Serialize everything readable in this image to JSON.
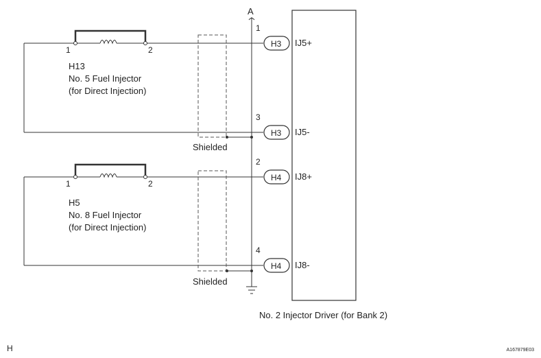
{
  "ground_bus_label": "A",
  "injectors": [
    {
      "code": "H13",
      "name": "No. 5 Fuel Injector",
      "note": "(for Direct Injection)",
      "pin_left": "1",
      "pin_right": "2"
    },
    {
      "code": "H5",
      "name": "No. 8 Fuel Injector",
      "note": "(for Direct Injection)",
      "pin_left": "1",
      "pin_right": "2"
    }
  ],
  "shield_label": "Shielded",
  "driver_pins": [
    {
      "number": "1",
      "connector": "H3",
      "terminal": "IJ5+"
    },
    {
      "number": "3",
      "connector": "H3",
      "terminal": "IJ5-"
    },
    {
      "number": "2",
      "connector": "H4",
      "terminal": "IJ8+"
    },
    {
      "number": "4",
      "connector": "H4",
      "terminal": "IJ8-"
    }
  ],
  "driver_name": "No. 2 Injector Driver (for Bank 2)",
  "corner_left": "H",
  "corner_right": "A167879E03"
}
